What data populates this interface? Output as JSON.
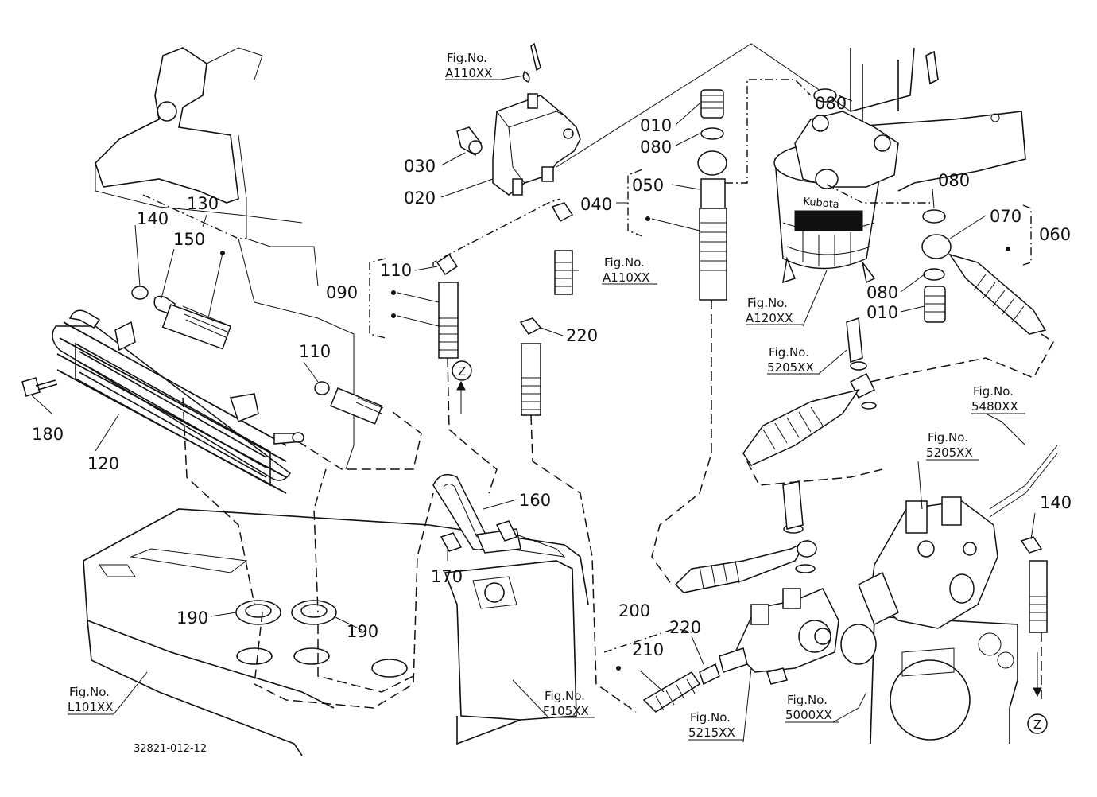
{
  "parts": [
    "010",
    "080",
    "080",
    "080",
    "080",
    "010",
    "030",
    "020",
    "050",
    "040",
    "070",
    "060",
    "090",
    "110",
    "110",
    "220",
    "220",
    "140",
    "140",
    "130",
    "150",
    "180",
    "120",
    "160",
    "170",
    "190",
    "190",
    "200",
    "210"
  ],
  "fig_refs": [
    {
      "label": "Fig.No.",
      "code": "A110XX"
    },
    {
      "label": "Fig.No.",
      "code": "A110XX"
    },
    {
      "label": "Fig.No.",
      "code": "A120XX"
    },
    {
      "label": "Fig.No.",
      "code": "5205XX"
    },
    {
      "label": "Fig.No.",
      "code": "5480XX"
    },
    {
      "label": "Fig.No.",
      "code": "5205XX"
    },
    {
      "label": "Fig.No.",
      "code": "L101XX"
    },
    {
      "label": "Fig.No.",
      "code": "F105XX"
    },
    {
      "label": "Fig.No.",
      "code": "5215XX"
    },
    {
      "label": "Fig.No.",
      "code": "5000XX"
    }
  ],
  "markers": [
    "Z",
    "Z"
  ],
  "filter_brand": "Kubota",
  "drawing_code": "32821-012-12"
}
